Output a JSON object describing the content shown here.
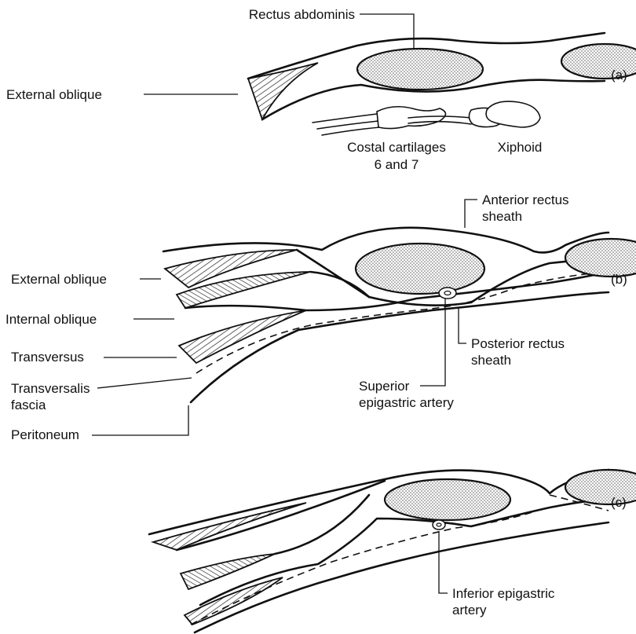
{
  "panels": {
    "a": {
      "letter": "(a)",
      "labels": {
        "rectus_abdominis": "Rectus abdominis",
        "external_oblique": "External oblique",
        "costal_cartilages_line1": "Costal cartilages",
        "costal_cartilages_line2": "6 and 7",
        "xiphoid": "Xiphoid"
      }
    },
    "b": {
      "letter": "(b)",
      "labels": {
        "anterior_sheath_line1": "Anterior rectus",
        "anterior_sheath_line2": "sheath",
        "external_oblique": "External oblique",
        "internal_oblique": "Internal oblique",
        "transversus": "Transversus",
        "transversalis_line1": "Transversalis",
        "transversalis_line2": "fascia",
        "peritoneum": "Peritoneum",
        "posterior_sheath_line1": "Posterior rectus",
        "posterior_sheath_line2": "sheath",
        "superior_artery_line1": "Superior",
        "superior_artery_line2": "epigastric artery"
      }
    },
    "c": {
      "letter": "(c)",
      "labels": {
        "inferior_artery_line1": "Inferior epigastric",
        "inferior_artery_line2": "artery"
      }
    }
  }
}
